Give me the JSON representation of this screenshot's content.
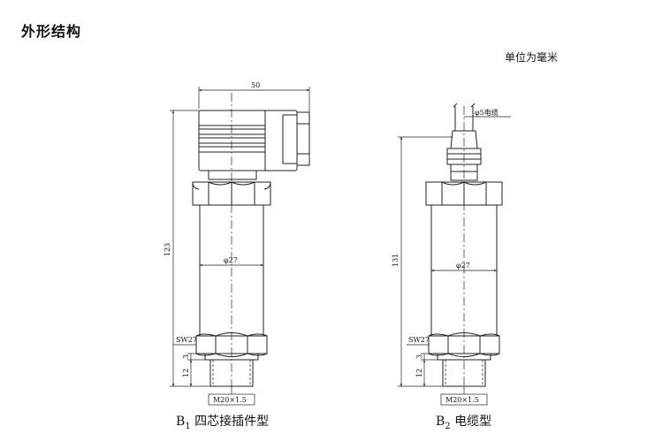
{
  "page_title": "外形结构",
  "unit_note": "单位为毫米",
  "drawings": [
    {
      "caption_prefix": "B",
      "caption_sub": "1",
      "caption_text": " 四芯接插件型",
      "dim_width": "50",
      "dim_height": "123",
      "dim_diameter": "φ27",
      "dim_wrench": "SW27",
      "dim_small_1": "3",
      "dim_small_2": "12",
      "thread": "M20×1.5"
    },
    {
      "caption_prefix": "B",
      "caption_sub": "2",
      "caption_text": " 电缆型",
      "cable_label": "φ5电缆",
      "dim_height": "131",
      "dim_diameter": "φ27",
      "dim_wrench": "SW27",
      "dim_small_1": "3",
      "dim_small_2": "12",
      "thread": "M20×1.5"
    }
  ]
}
